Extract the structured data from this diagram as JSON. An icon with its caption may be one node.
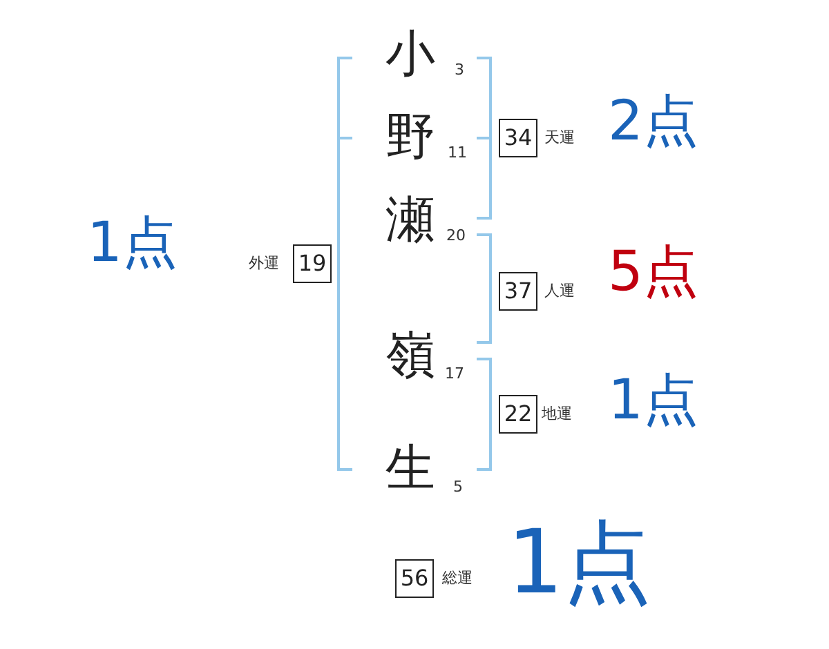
{
  "diagram": {
    "nodes": [
      {
        "text": [
          "34"
        ],
        "beside": [
          "天運"
        ]
      },
      {
        "text": [
          "37"
        ],
        "beside": [
          "人運"
        ]
      },
      {
        "text": [
          "22"
        ],
        "beside": [
          "地運"
        ]
      },
      {
        "text": [
          "19"
        ],
        "beside": [
          "外運"
        ]
      },
      {
        "text": [
          "56"
        ],
        "beside": [
          "総運"
        ]
      }
    ],
    "labels": [
      "1点",
      "小",
      "3",
      "野",
      "11",
      "瀬",
      "20",
      "嶺",
      "17",
      "生",
      "5",
      "2点",
      "5点",
      "1点",
      "1点"
    ]
  }
}
